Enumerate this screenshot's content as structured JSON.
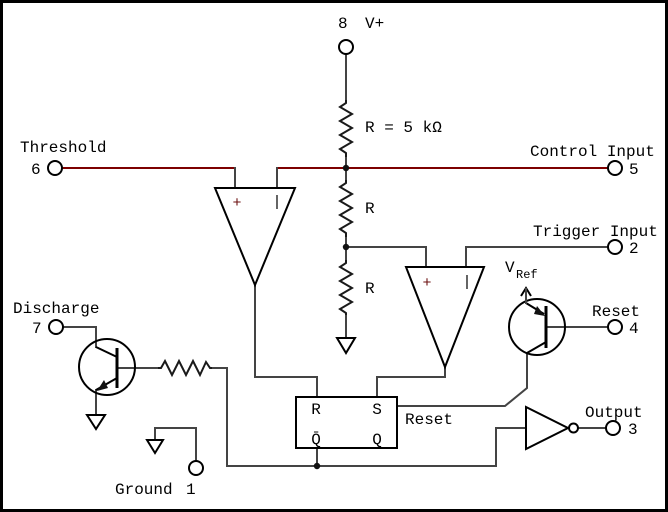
{
  "colors": {
    "accent_line": "#7d0000",
    "wire": "#444444",
    "symbol": "#000000",
    "text": "#000000",
    "background": "#ffffff"
  },
  "pins": {
    "supply": {
      "number": "8",
      "label": "V+"
    },
    "threshold": {
      "number": "6",
      "label": "Threshold"
    },
    "control": {
      "number": "5",
      "label": "Control Input"
    },
    "trigger": {
      "number": "2",
      "label": "Trigger Input"
    },
    "reset": {
      "number": "4",
      "label": "Reset"
    },
    "output": {
      "number": "3",
      "label": "Output"
    },
    "discharge": {
      "number": "7",
      "label": "Discharge"
    },
    "ground": {
      "number": "1",
      "label": "Ground"
    }
  },
  "components": {
    "resistor_top_label": "R = 5 kΩ",
    "resistor_mid_label": "R",
    "resistor_low_label": "R",
    "comparator1": {
      "plus": "+",
      "minus": "|"
    },
    "comparator2": {
      "plus": "+",
      "minus": "|"
    },
    "flipflop": {
      "r": "R",
      "s": "S",
      "qbar": "Q̄",
      "q": "Q"
    },
    "reset_net_label": "Reset",
    "vref": {
      "v": "V",
      "sub": "Ref"
    }
  }
}
